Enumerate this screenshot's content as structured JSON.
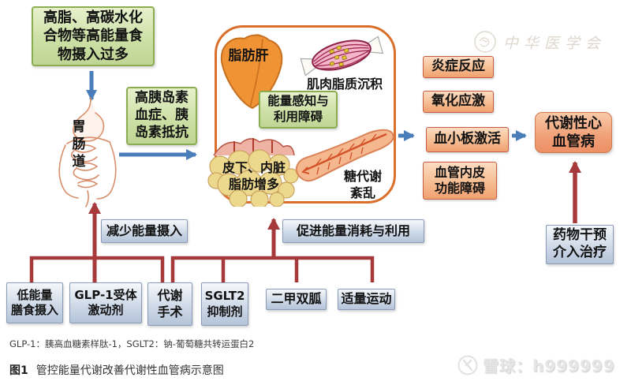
{
  "diagram": {
    "top_flow": {
      "high_energy_intake": "高脂、高碳水化\n合物等高能量食\n物摄入过多",
      "gi_tract": "胃\n肠\n道",
      "hyperinsulinemia": "高胰岛素\n血症、胰\n岛素抵抗"
    },
    "central_organs": {
      "fatty_liver": "脂肪肝",
      "muscle_lipid": "肌肉脂质沉积",
      "energy_sensing": "能量感知与\n利用障碍",
      "fat_increase": "皮下、内脏\n脂肪增多",
      "glucose_disorder": "糖代谢\n紊乱"
    },
    "pathways": [
      "炎症反应",
      "氧化应激",
      "血小板激活",
      "血管内皮\n功能障碍"
    ],
    "outcome": "代谢性心\n血管病",
    "drug_intervention": "药物干预\n介入治疗",
    "interventions": {
      "reduce_intake": "减少能量摄入",
      "promote_expenditure": "促进能量消耗与利用",
      "treatments": [
        "低能量\n膳食摄入",
        "GLP-1受体\n激动剂",
        "代谢\n手术",
        "SGLT2\n抑制剂",
        "二甲双胍",
        "适量运动"
      ]
    }
  },
  "footnote": "GLP-1：胰高血糖素样肽-1，SGLT2：钠-葡萄糖共转运蛋白2",
  "caption": {
    "label": "图1",
    "text": "管控能量代谢改善代谢性血管病示意图"
  },
  "watermarks": {
    "journal": "中华医学会",
    "xueqiu": "雪球：h999999"
  },
  "colors": {
    "arrow_blue": "#4A7EBB",
    "arrow_red": "#A63A3A",
    "green_box_fill": "#CDE0A6",
    "green_box_border": "#8CAD4F",
    "orange_box_fill": "#F6BD92",
    "orange_box_border": "#C65D42",
    "blue_box_fill": "#CCD7E6",
    "blue_box_border": "#8A9BB8",
    "central_border": "#D96F2B"
  }
}
